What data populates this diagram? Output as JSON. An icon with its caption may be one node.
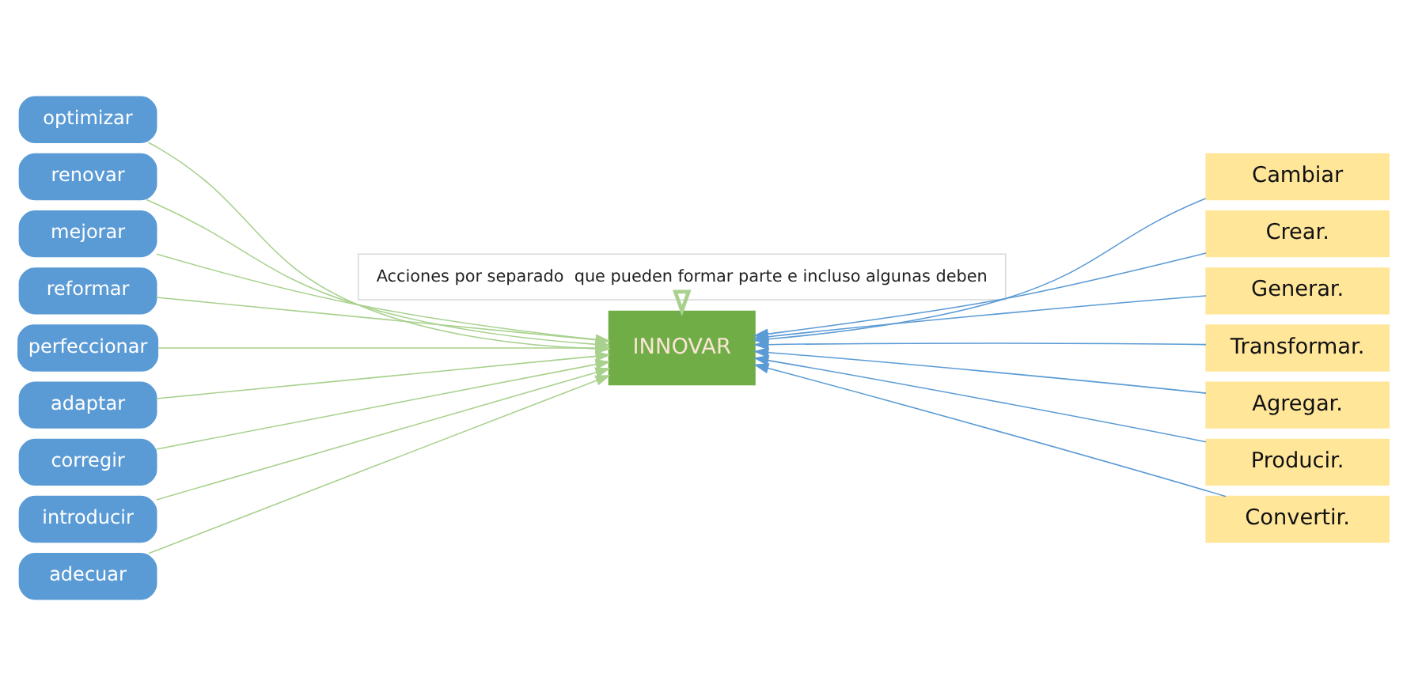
{
  "diagram": {
    "nodes": [
      {
        "text": [
          "optimizar"
        ]
      },
      {
        "text": [
          "renovar"
        ]
      },
      {
        "text": [
          "mejorar"
        ]
      },
      {
        "text": [
          "reformar"
        ]
      },
      {
        "text": [
          "perfeccionar"
        ]
      },
      {
        "text": [
          "adaptar"
        ]
      },
      {
        "text": [
          "corregir"
        ]
      },
      {
        "text": [
          "introducir"
        ]
      },
      {
        "text": [
          "adecuar"
        ]
      },
      {
        "text": [
          "Acciones por separado  que pueden formar parte e incluso algunas deben"
        ]
      },
      {
        "text": [
          "INNOVAR"
        ]
      },
      {
        "text": [
          "Cambiar"
        ]
      },
      {
        "text": [
          "Crear."
        ]
      },
      {
        "text": [
          "Generar."
        ]
      },
      {
        "text": [
          "Transformar."
        ]
      },
      {
        "text": [
          "Agregar."
        ]
      },
      {
        "text": [
          "Producir."
        ]
      },
      {
        "text": [
          "Convertir."
        ]
      }
    ],
    "edges": [
      {
        "from": 0,
        "to": 10,
        "arrow": "to"
      },
      {
        "from": 1,
        "to": 10,
        "arrow": "to"
      },
      {
        "from": 2,
        "to": 10,
        "arrow": "to"
      },
      {
        "from": 3,
        "to": 10,
        "arrow": "to"
      },
      {
        "from": 4,
        "to": 10,
        "arrow": "to"
      },
      {
        "from": 5,
        "to": 10,
        "arrow": "to"
      },
      {
        "from": 6,
        "to": 10,
        "arrow": "to"
      },
      {
        "from": 7,
        "to": 10,
        "arrow": "to"
      },
      {
        "from": 8,
        "to": 10,
        "arrow": "to"
      },
      {
        "from": 9,
        "to": 10,
        "arrow": "to",
        "style": "thick"
      },
      {
        "from": 11,
        "to": 10,
        "arrow": "to",
        "color": "#5b9bd5"
      },
      {
        "from": 12,
        "to": 10,
        "arrow": "to",
        "color": "#5b9bd5"
      },
      {
        "from": 13,
        "to": 10,
        "arrow": "to",
        "color": "#5b9bd5"
      },
      {
        "from": 14,
        "to": 10,
        "arrow": "to",
        "color": "#5b9bd5"
      },
      {
        "from": 15,
        "to": 10,
        "arrow": "to",
        "color": "#5b9bd5"
      },
      {
        "from": 16,
        "to": 10,
        "arrow": "to",
        "color": "#5b9bd5"
      },
      {
        "from": 17,
        "to": 10,
        "arrow": "to",
        "color": "#5b9bd5"
      }
    ]
  }
}
